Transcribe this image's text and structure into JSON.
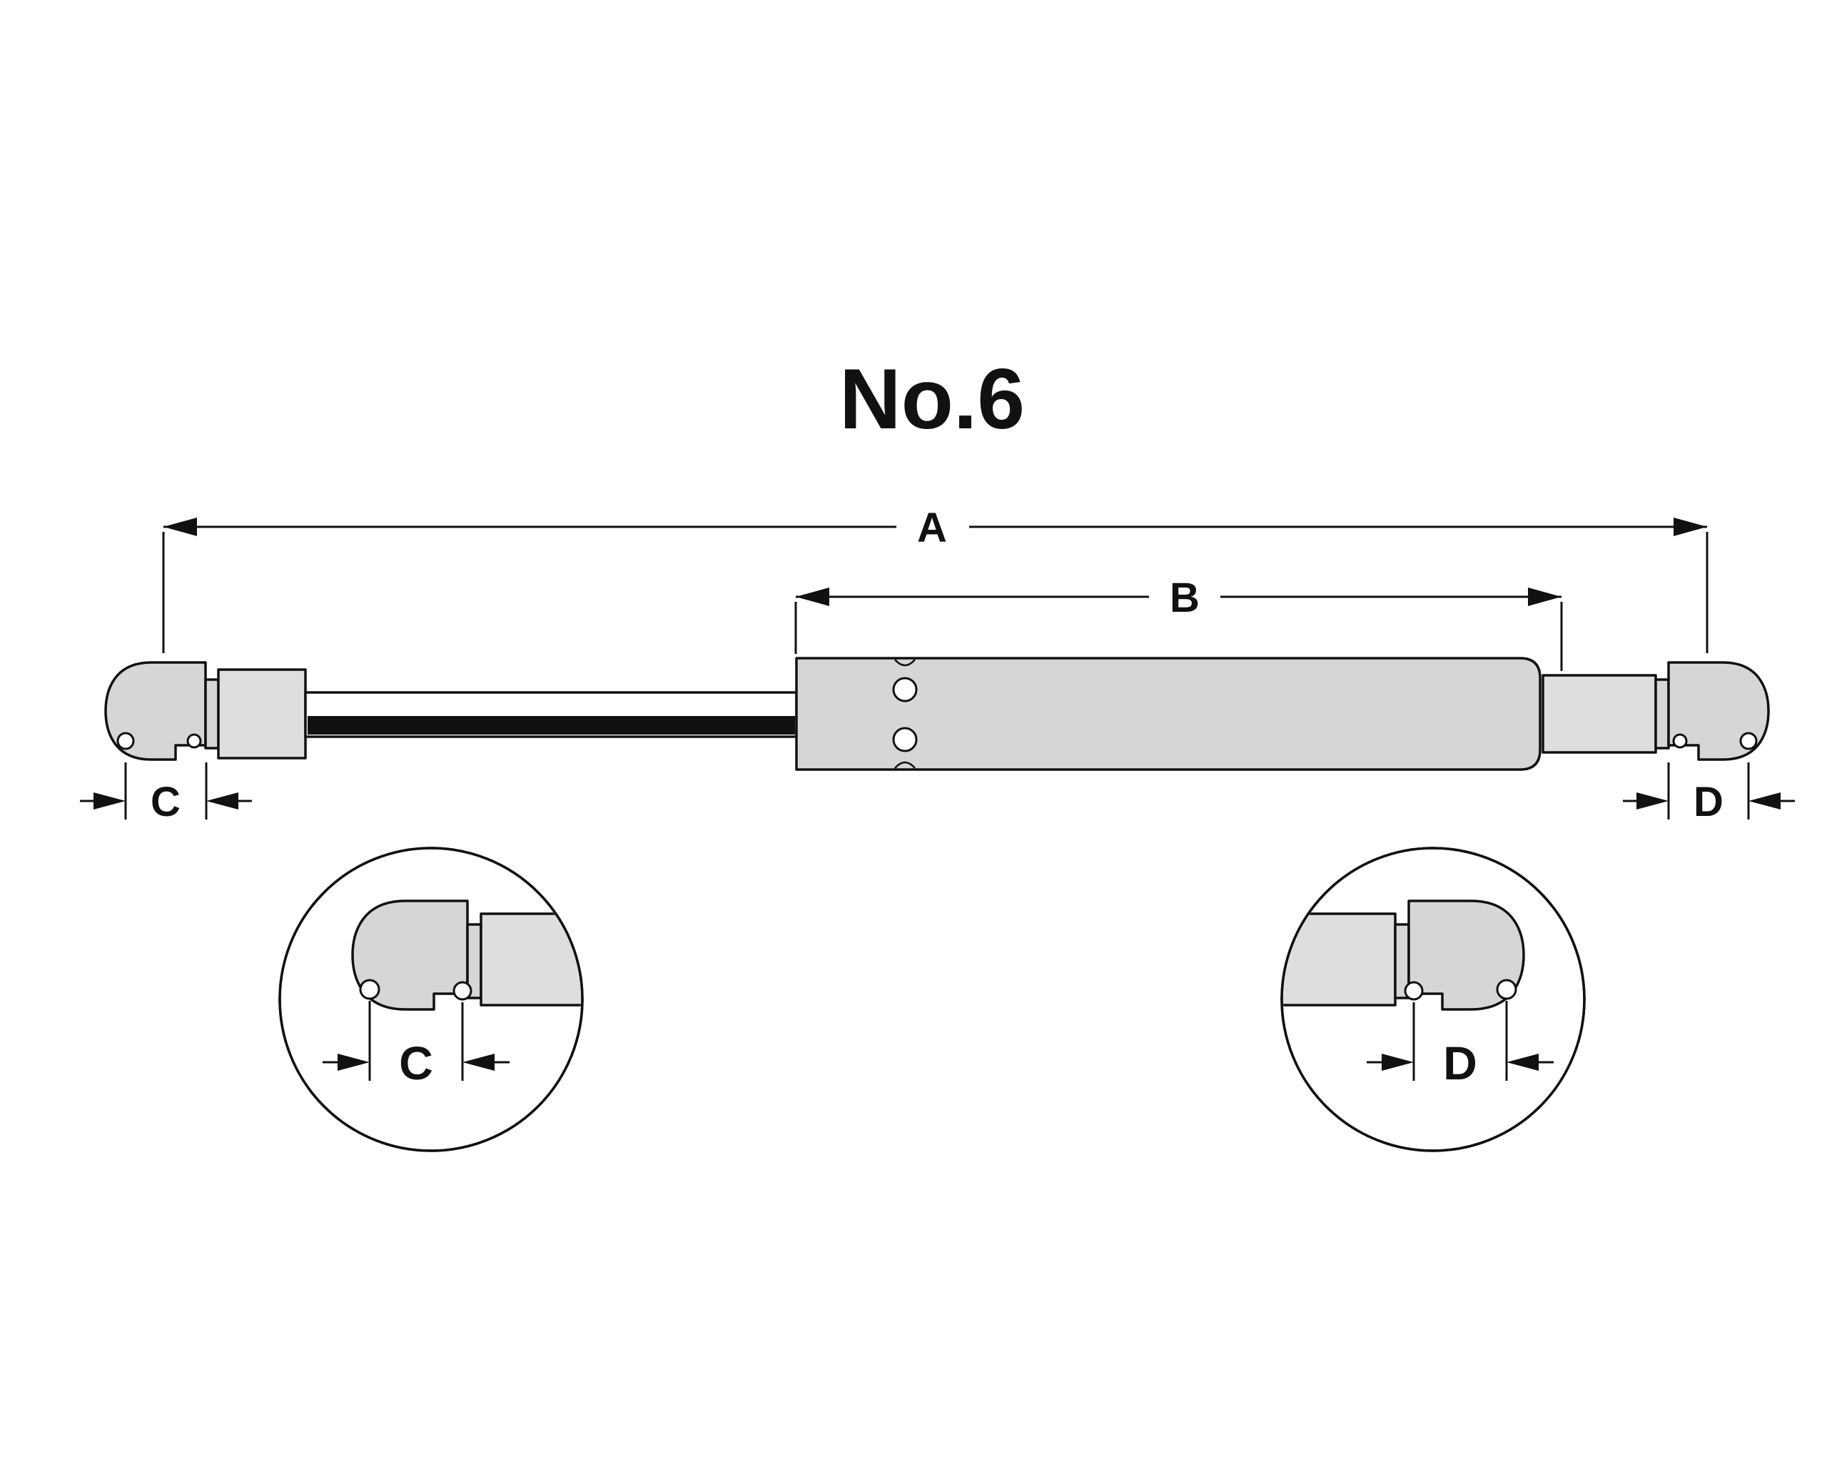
{
  "title": "No.6",
  "dimensions": {
    "overall_length_label": "A",
    "body_length_label": "B",
    "left_fitting_label": "C",
    "right_fitting_label": "D"
  },
  "details": {
    "left": {
      "label": "C"
    },
    "right": {
      "label": "D"
    }
  },
  "colors": {
    "background": "#ffffff",
    "part-fill": "#d6d6d6",
    "part-fill-light": "#dedede",
    "outline": "#111111",
    "rod-band": "#111111"
  }
}
